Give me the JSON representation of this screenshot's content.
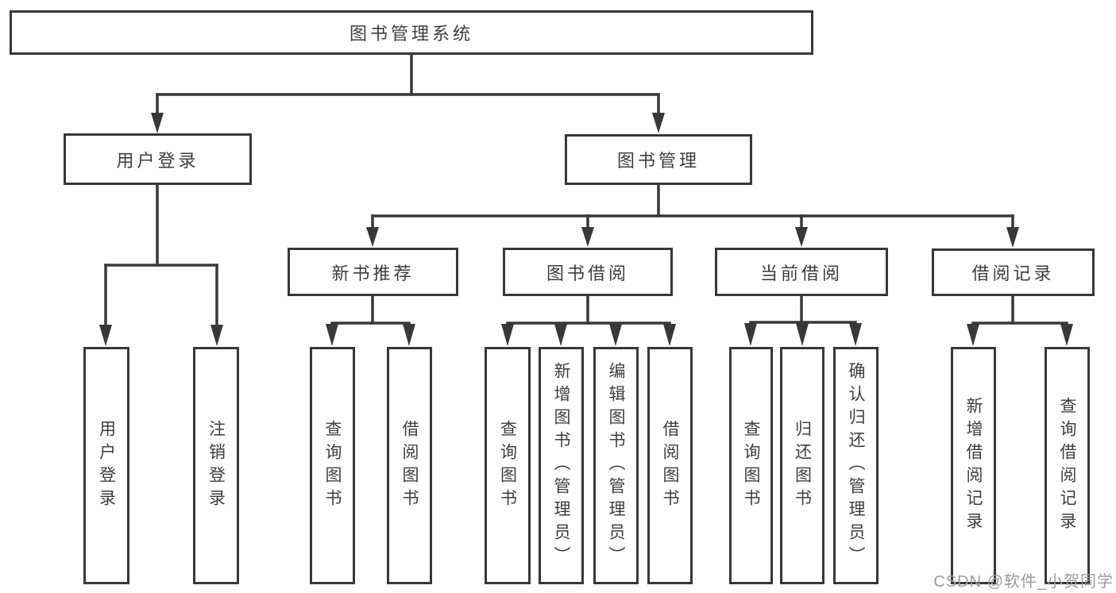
{
  "tree": {
    "root": "图书管理系统",
    "branches": [
      {
        "label": "用户登录",
        "children": [
          "用户登录",
          "注销登录"
        ]
      },
      {
        "label": "图书管理",
        "sections": [
          {
            "label": "新书推荐",
            "children": [
              "查询图书",
              "借阅图书"
            ]
          },
          {
            "label": "图书借阅",
            "children": [
              "查询图书",
              "新增图书（管理员）",
              "编辑图书（管理员）",
              "借阅图书"
            ]
          },
          {
            "label": "当前借阅",
            "children": [
              "查询图书",
              "归还图书",
              "确认归还（管理员）"
            ]
          },
          {
            "label": "借阅记录",
            "children": [
              "新增借阅记录",
              "查询借阅记录"
            ]
          }
        ]
      }
    ]
  },
  "watermark": "CSDN @软件_小贺同学",
  "colors": {
    "line": "#383838",
    "box_border": "#383838",
    "box_background": "#ffffff",
    "text": "#3e3e3e",
    "watermark": "#9c9c9c"
  }
}
